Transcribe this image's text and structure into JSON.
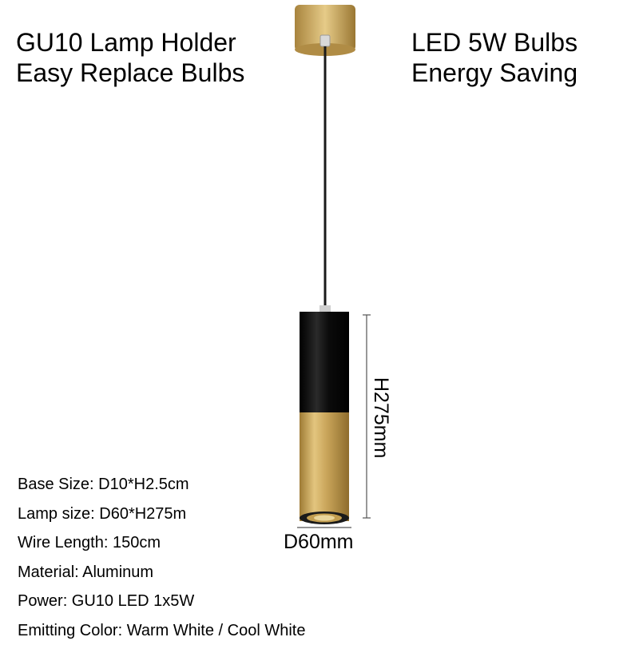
{
  "headlines": {
    "left": [
      "GU10 Lamp Holder",
      "Easy Replace Bulbs"
    ],
    "right": [
      "LED 5W Bulbs",
      "Energy Saving"
    ]
  },
  "dimensions": {
    "height": "H275mm",
    "diameter": "D60mm"
  },
  "specs": [
    "Base Size: D10*H2.5cm",
    "Lamp size: D60*H275m",
    "Wire Length: 150cm",
    "Material: Aluminum",
    "Power: GU10 LED  1x5W",
    "Emitting Color: Warm White  / Cool White"
  ],
  "colors": {
    "brass": "#c9a55a",
    "black_body": "#0b0b0b",
    "wire": "#1a1a1a"
  }
}
